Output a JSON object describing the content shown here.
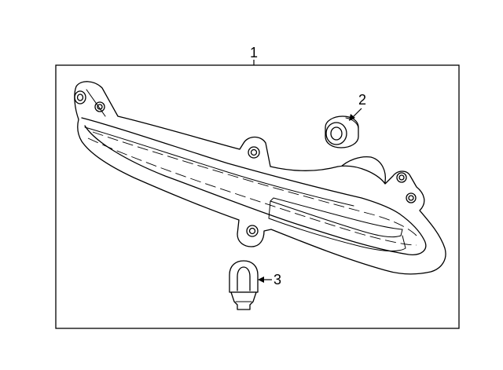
{
  "callouts": [
    {
      "id": "1",
      "label": "1"
    },
    {
      "id": "2",
      "label": "2"
    },
    {
      "id": "3",
      "label": "3"
    }
  ],
  "colors": {
    "line": "#000000",
    "background": "#ffffff"
  },
  "parts": [
    {
      "callout": "1",
      "icon": "reflector-lamp-assembly-icon"
    },
    {
      "callout": "2",
      "icon": "grommet-icon"
    },
    {
      "callout": "3",
      "icon": "bulb-icon"
    }
  ]
}
